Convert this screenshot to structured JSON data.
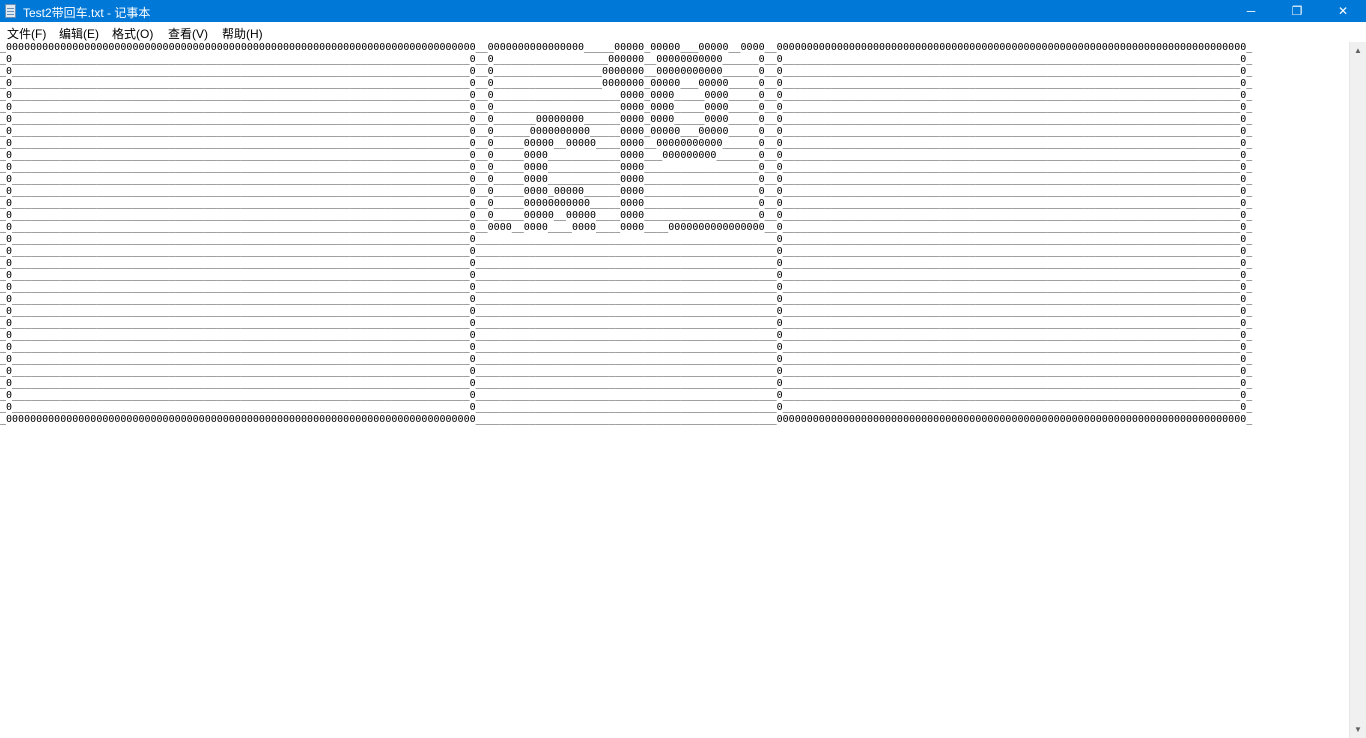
{
  "window": {
    "title": "Test2带回车.txt - 记事本",
    "minimize": "─",
    "maximize": "❐",
    "close": "✕"
  },
  "menu": [
    "文件(F)",
    "编辑(E)",
    "格式(O)",
    "查看(V)",
    "帮助(H)"
  ],
  "scrollbar": {
    "up": "▲",
    "down": "▼"
  },
  "lines": [
    "_000000000000000000000000000000000000000000000000000000000000000000000000000000__0000000000000000_____00000_00000___00000__0000__000000000000000000000000000000000000000000000000000000000000000000000000000000_",
    "_0____________________________________________________________________________0__0___________________000000__00000000000______0__0____________________________________________________________________________0_",
    "_0____________________________________________________________________________0__0__________________0000000__00000000000______0__0____________________________________________________________________________0_",
    "_0____________________________________________________________________________0__0__________________0000000_00000___00000_____0__0____________________________________________________________________________0_",
    "_0____________________________________________________________________________0__0_____________________0000_0000_____0000_____0__0____________________________________________________________________________0_",
    "_0____________________________________________________________________________0__0_____________________0000_0000_____0000_____0__0____________________________________________________________________________0_",
    "_0____________________________________________________________________________0__0_______00000000______0000_0000_____0000_____0__0____________________________________________________________________________0_",
    "_0____________________________________________________________________________0__0______0000000000_____0000_00000___00000_____0__0____________________________________________________________________________0_",
    "_0____________________________________________________________________________0__0_____00000__00000____0000__00000000000______0__0____________________________________________________________________________0_",
    "_0____________________________________________________________________________0__0_____0000____________0000___000000000_______0__0____________________________________________________________________________0_",
    "_0____________________________________________________________________________0__0_____0000____________0000___________________0__0____________________________________________________________________________0_",
    "_0____________________________________________________________________________0__0_____0000____________0000___________________0__0____________________________________________________________________________0_",
    "_0____________________________________________________________________________0__0_____0000_00000______0000___________________0__0____________________________________________________________________________0_",
    "_0____________________________________________________________________________0__0_____00000000000_____0000___________________0__0____________________________________________________________________________0_",
    "_0____________________________________________________________________________0__0_____00000__00000____0000___________________0__0____________________________________________________________________________0_",
    "_0____________________________________________________________________________0__0000__0000____0000____0000____0000000000000000__0____________________________________________________________________________0_",
    "_0____________________________________________________________________________0__________________________________________________0____________________________________________________________________________0_",
    "_0____________________________________________________________________________0__________________________________________________0____________________________________________________________________________0_",
    "_0____________________________________________________________________________0__________________________________________________0____________________________________________________________________________0_",
    "_0____________________________________________________________________________0__________________________________________________0____________________________________________________________________________0_",
    "_0____________________________________________________________________________0__________________________________________________0____________________________________________________________________________0_",
    "_0____________________________________________________________________________0__________________________________________________0____________________________________________________________________________0_",
    "_0____________________________________________________________________________0__________________________________________________0____________________________________________________________________________0_",
    "_0____________________________________________________________________________0__________________________________________________0____________________________________________________________________________0_",
    "_0____________________________________________________________________________0__________________________________________________0____________________________________________________________________________0_",
    "_0____________________________________________________________________________0__________________________________________________0____________________________________________________________________________0_",
    "_0____________________________________________________________________________0__________________________________________________0____________________________________________________________________________0_",
    "_0____________________________________________________________________________0__________________________________________________0____________________________________________________________________________0_",
    "_0____________________________________________________________________________0__________________________________________________0____________________________________________________________________________0_",
    "_0____________________________________________________________________________0__________________________________________________0____________________________________________________________________________0_",
    "_0____________________________________________________________________________0__________________________________________________0____________________________________________________________________________0_",
    "_000000000000000000000000000000000000000000000000000000000000000000000000000000__________________________________________________000000000000000000000000000000000000000000000000000000000000000000000000000000_"
  ]
}
